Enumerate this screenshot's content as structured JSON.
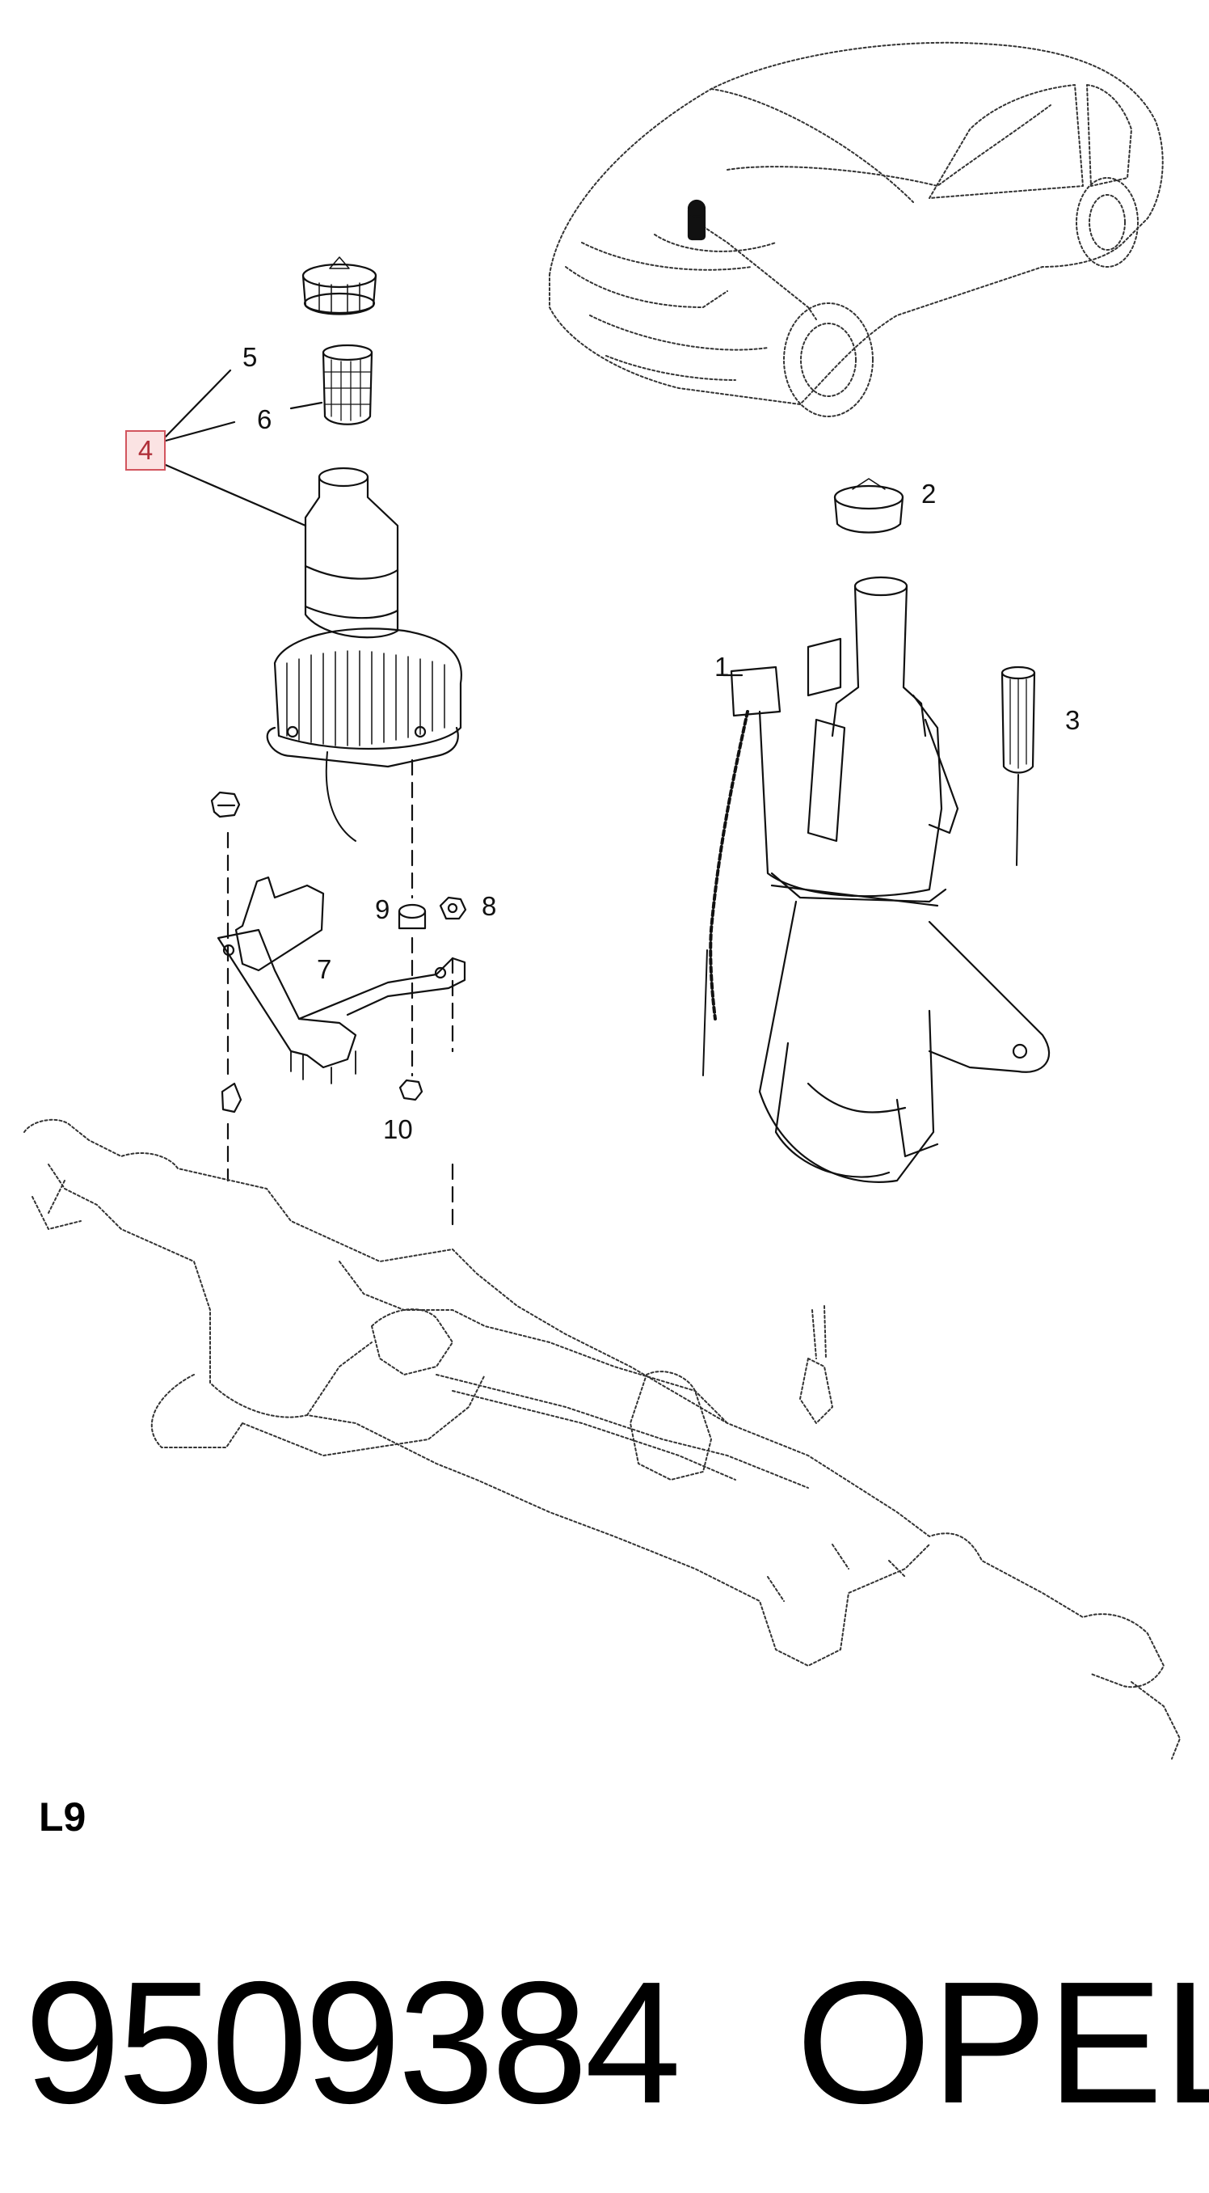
{
  "diagram": {
    "callouts": [
      {
        "id": "1",
        "label": "1"
      },
      {
        "id": "2",
        "label": "2"
      },
      {
        "id": "3",
        "label": "3"
      },
      {
        "id": "4",
        "label": "4",
        "highlighted": true
      },
      {
        "id": "5",
        "label": "5"
      },
      {
        "id": "6",
        "label": "6"
      },
      {
        "id": "7",
        "label": "7"
      },
      {
        "id": "8",
        "label": "8"
      },
      {
        "id": "9",
        "label": "9"
      },
      {
        "id": "10",
        "label": "10"
      }
    ],
    "highlight_colors": {
      "fill": "#fbe3e3",
      "border": "#d2555e",
      "text": "#b0303a"
    }
  },
  "section_code": "L9",
  "part_number": "9509384",
  "brand": "OPEL"
}
